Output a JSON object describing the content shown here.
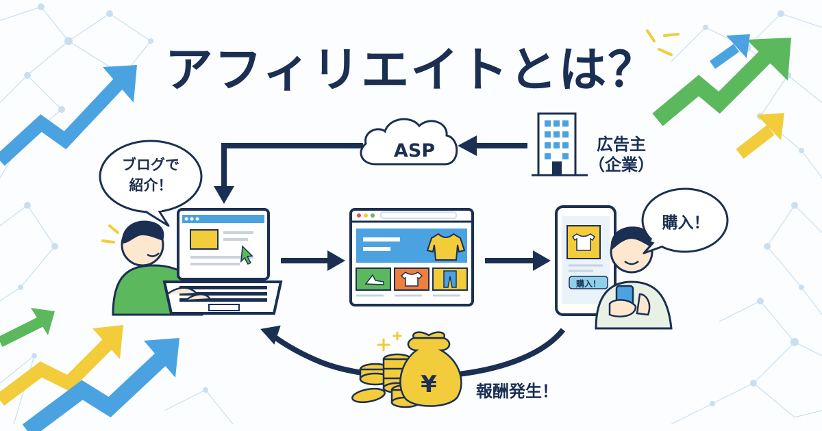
{
  "title": "アフィリエイトとは？",
  "nodes": {
    "asp": "ASP",
    "advertiser": [
      "広告主",
      "（企業）"
    ]
  },
  "bubbles": {
    "blogger": [
      "ブログで",
      "紹介！"
    ],
    "buyer": "購入！"
  },
  "phone_badge": "購入！",
  "reward_label": "報酬発生！",
  "yen_symbol": "¥",
  "colors": {
    "navy": "#1b2f52",
    "green": "#5cb85c",
    "blue": "#4aa3e0",
    "yellow": "#f2cc3a"
  }
}
